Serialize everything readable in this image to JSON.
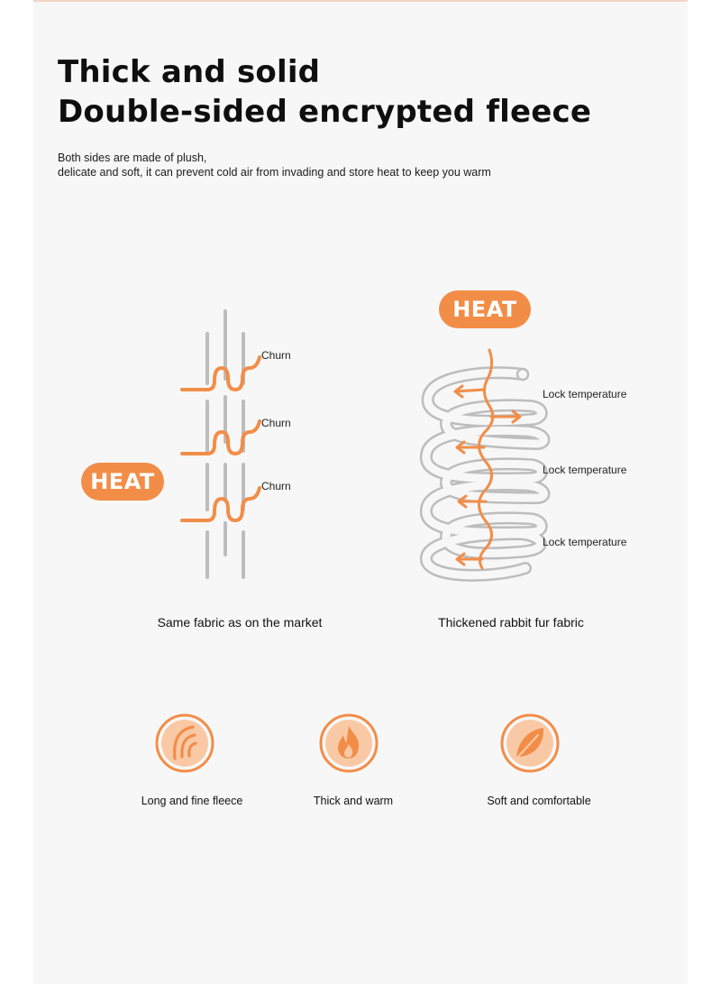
{
  "header": {
    "title_line1": "Thick and solid",
    "title_line2": "Double-sided encrypted fleece",
    "desc_line1": "Both sides are made of plush,",
    "desc_line2": "delicate and soft, it can prevent cold air from invading and store heat to keep you warm"
  },
  "left_diagram": {
    "heat_label": "HEAT",
    "churn_labels": [
      "Churn",
      "Churn",
      "Churn"
    ],
    "caption": "Same fabric as on the market"
  },
  "right_diagram": {
    "heat_label": "HEAT",
    "lock_labels": [
      "Lock temperature",
      "Lock temperature",
      "Lock temperature"
    ],
    "caption": "Thickened rabbit fur fabric"
  },
  "features": [
    {
      "icon": "fleece-icon",
      "label": "Long and fine fleece"
    },
    {
      "icon": "flame-icon",
      "label": "Thick and warm"
    },
    {
      "icon": "leaf-icon",
      "label": "Soft and comfortable"
    }
  ],
  "colors": {
    "accent": "#f28d48",
    "gray_line": "#bdbdbd",
    "background": "#f7f7f7"
  }
}
